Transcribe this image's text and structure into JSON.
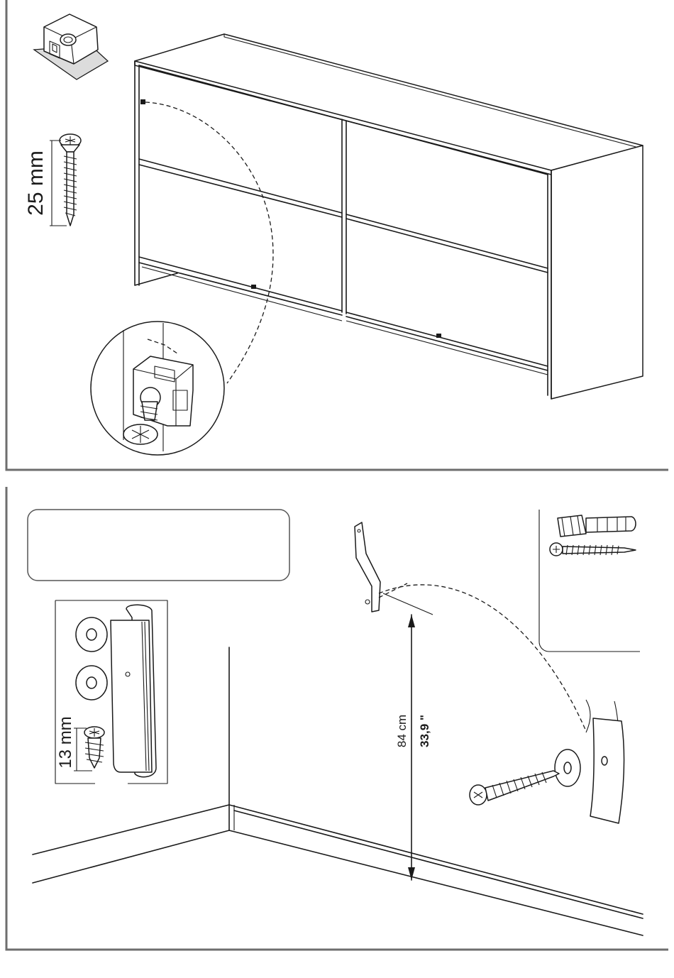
{
  "step_top": {
    "screw_length_label": "25 mm"
  },
  "step_bottom": {
    "note_box_text": "",
    "screw_length_label": "13 mm",
    "height_cm_label": "84 cm",
    "height_in_label": "33,9 \""
  }
}
